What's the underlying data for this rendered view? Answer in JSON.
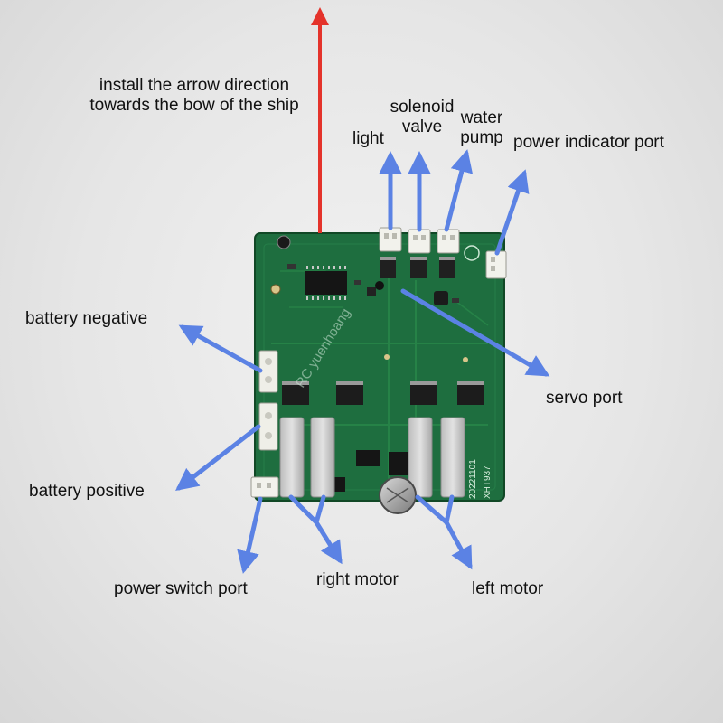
{
  "labels": {
    "install_line1": "install the arrow direction",
    "install_line2": "towards the bow of the ship",
    "light": "light",
    "solenoid_line1": "solenoid",
    "solenoid_line2": "valve",
    "water_line1": "water",
    "water_line2": "pump",
    "power_indicator": "power indicator port",
    "battery_negative": "battery negative",
    "servo_port": "servo port",
    "battery_positive": "battery positive",
    "power_switch_port": "power switch port",
    "right_motor": "right motor",
    "left_motor": "left motor"
  },
  "board": {
    "watermark": "RC yuenhoang",
    "silk_code1": "20221101",
    "silk_code2": "XHT937"
  },
  "colors": {
    "arrow_blue": "#5b82e4",
    "arrow_red": "#e4332b",
    "pcb_green": "#1e6e3f",
    "pcb_dark": "#15552f",
    "background": "#e8e8e8"
  }
}
